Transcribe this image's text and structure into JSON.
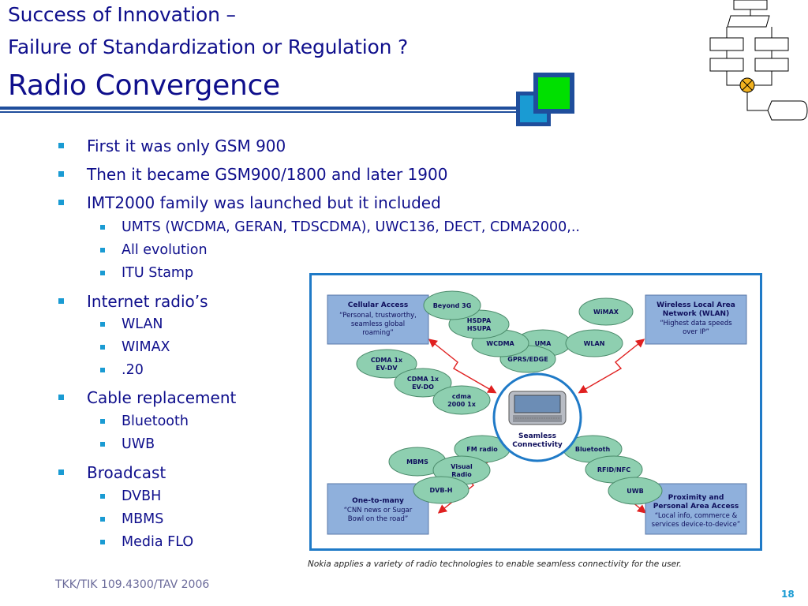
{
  "title": {
    "line1": "Success of Innovation –",
    "line2": "Failure of Standardization or Regulation ?",
    "line3": "Radio Convergence"
  },
  "bullets": [
    {
      "text": "First it was only GSM 900",
      "sub": []
    },
    {
      "text": "Then it became GSM900/1800 and later 1900",
      "sub": []
    },
    {
      "text": "IMT2000 family was launched but it included",
      "sub": [
        "UMTS (WCDMA, GERAN, TDSCDMA), UWC136,  DECT, CDMA2000,..",
        "All evolution",
        "ITU Stamp"
      ]
    },
    {
      "text": "Internet radio’s",
      "sub": [
        "WLAN",
        "WIMAX",
        ".20"
      ]
    },
    {
      "text": "Cable replacement",
      "sub": [
        "Bluetooth",
        "UWB"
      ]
    },
    {
      "text": "Broadcast",
      "sub": [
        "DVBH",
        "MBMS",
        "Media FLO"
      ]
    }
  ],
  "figure": {
    "boxes": {
      "cellular": {
        "title": "Cellular Access",
        "desc": [
          "“Personal, trustworthy,",
          "seamless global",
          "roaming”"
        ]
      },
      "wlan": {
        "title": [
          "Wireless Local Area",
          "Network (WLAN)"
        ],
        "desc": [
          "“Highest data speeds",
          "over IP”"
        ]
      },
      "onetomany": {
        "title": "One-to-many",
        "desc": [
          "“CNN news or Sugar",
          "Bowl on the road”"
        ]
      },
      "proximity": {
        "title": [
          "Proximity and",
          "Personal Area Access"
        ],
        "desc": [
          "“Local info, commerce &",
          "services device-to-device”"
        ]
      }
    },
    "ovals": {
      "beyond3g": "Beyond 3G",
      "hsdpa": [
        "HSDPA",
        "HSUPA"
      ],
      "wcdma": "WCDMA",
      "uma": "UMA",
      "gprs": "GPRS/EDGE",
      "wimax": "WiMAX",
      "wlan": "WLAN",
      "cdma1xdv": [
        "CDMA 1x",
        "EV-DV"
      ],
      "cdma1xdo": [
        "CDMA 1x",
        "EV-DO"
      ],
      "cdma2000": [
        "cdma",
        "2000 1x"
      ],
      "fmradio": "FM radio",
      "mbms": "MBMS",
      "visualradio": [
        "Visual",
        "Radio"
      ],
      "dvbh": "DVB-H",
      "bluetooth": "Bluetooth",
      "rfid": "RFID/NFC",
      "uwb": "UWB"
    },
    "center_label": [
      "Seamless",
      "Connectivity"
    ],
    "caption": "Nokia applies a variety of radio technologies to enable seamless connectivity for the user."
  },
  "footer": "TKK/TIK 109.4300/TAV 2006",
  "page_number": "18",
  "colors": {
    "title": "#0f0f8c",
    "rule": "#1f4e9c",
    "bullet": "#1a9bd3",
    "box": "#8fb0dc",
    "oval": "#8ecfb0",
    "arrow": "#e02020",
    "green_square": "#00e000"
  },
  "icons": {
    "logo": "flowchart-icon",
    "decor": "stacked-squares-icon"
  }
}
